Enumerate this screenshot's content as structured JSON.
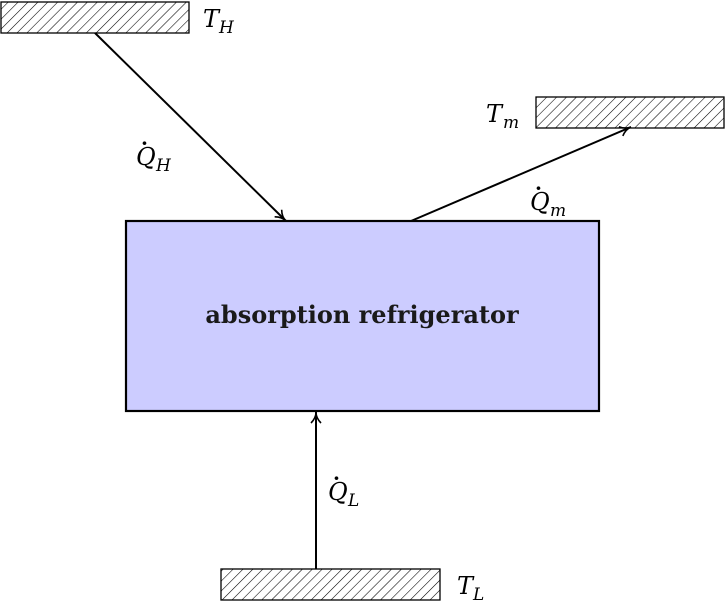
{
  "diagram": {
    "device": {
      "label": "absorption refrigerator",
      "fill_color": "#ccccff",
      "border_color": "#000000"
    },
    "reservoirs": {
      "high": {
        "symbol": "T",
        "subscript": "H"
      },
      "medium": {
        "symbol": "T",
        "subscript": "m"
      },
      "low": {
        "symbol": "T",
        "subscript": "L"
      }
    },
    "heat_flows": {
      "high": {
        "symbol": "Q",
        "subscript": "H",
        "direction": "into device"
      },
      "medium": {
        "symbol": "Q",
        "subscript": "m",
        "direction": "out of device"
      },
      "low": {
        "symbol": "Q",
        "subscript": "L",
        "direction": "into device"
      }
    },
    "hatch_pattern": "diagonal"
  }
}
